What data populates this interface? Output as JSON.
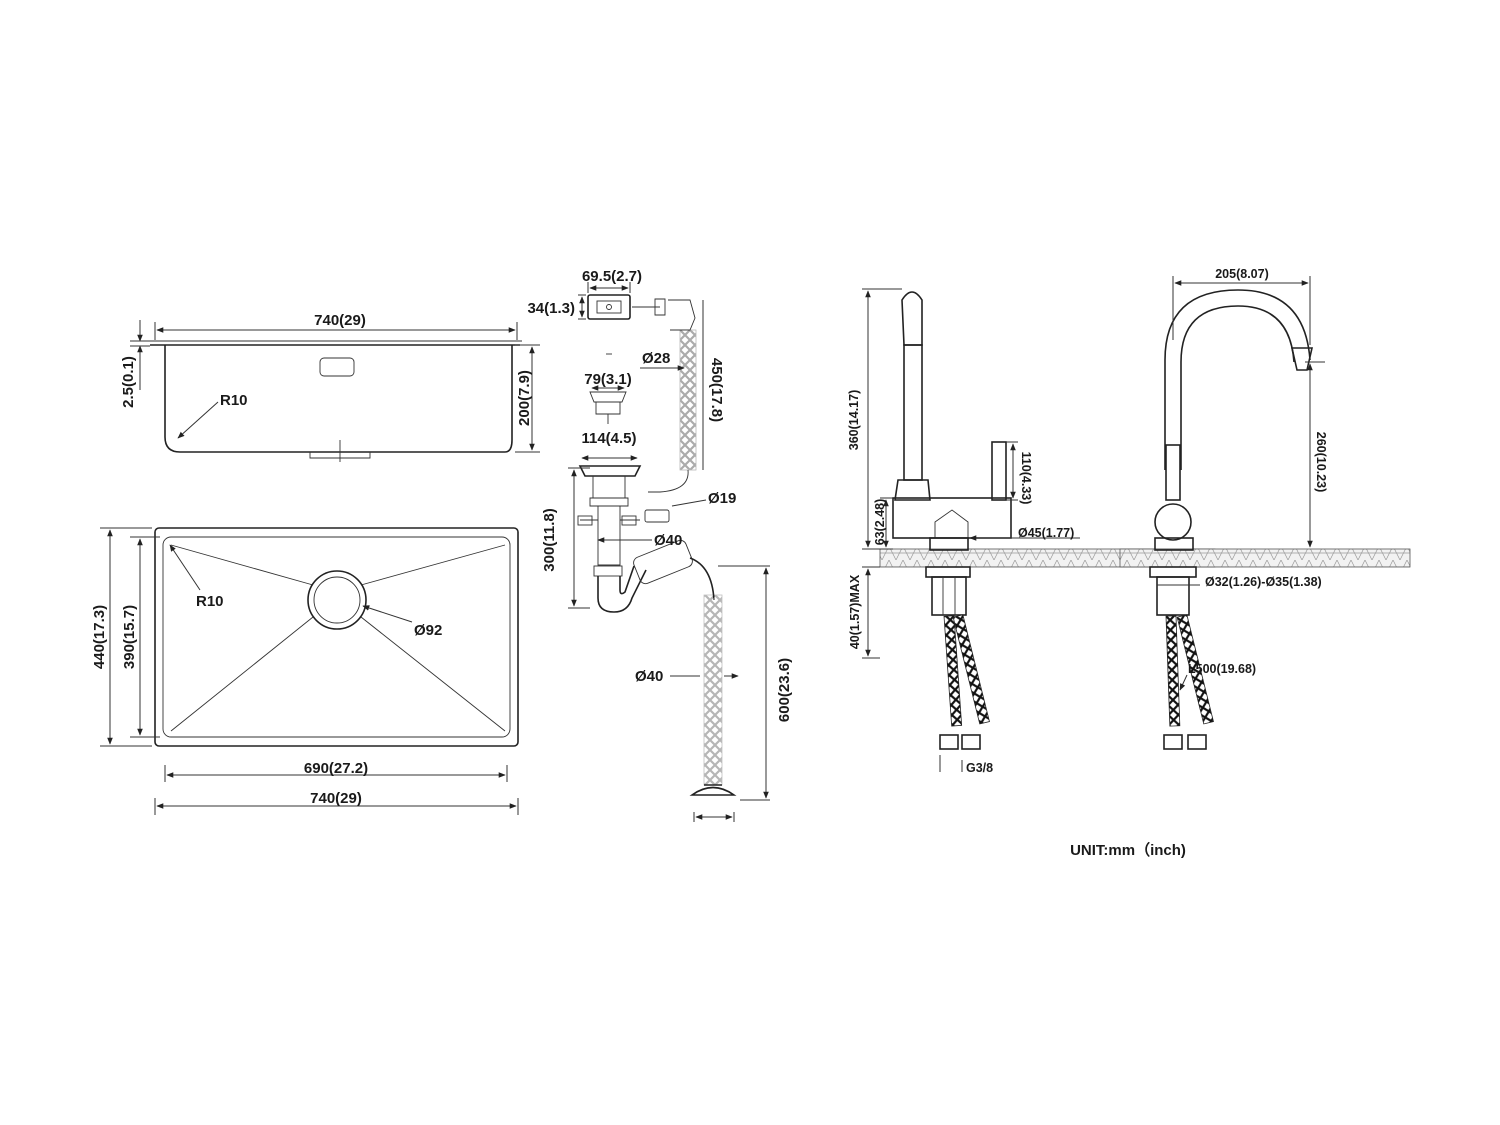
{
  "sink_side": {
    "width": "740(29)",
    "lip": "2.5(0.1)",
    "radius": "R10",
    "depth": "200(7.9)"
  },
  "sink_top": {
    "outer_depth": "440(17.3)",
    "inner_depth": "390(15.7)",
    "radius": "R10",
    "drain_diameter": "Ø92",
    "inner_width": "690(27.2)",
    "outer_width": "740(29)"
  },
  "drain_kit": {
    "overflow_width": "69.5(2.7)",
    "overflow_height": "34(1.3)",
    "hose_diameter": "Ø28",
    "hose_length": "450(17.8)",
    "basket_diameter": "79(3.1)",
    "flange_diameter": "114(4.5)",
    "connector_diameter": "Ø19",
    "pipe_diameter": "Ø40",
    "trap_height": "300(11.8)",
    "outlet_diameter": "Ø40",
    "outlet_length": "600(23.6)"
  },
  "faucet_side": {
    "height": "360(14.17)",
    "handle_height": "110(4.33)",
    "body_height": "63(2.48)",
    "base_diameter": "Ø45(1.77)",
    "max_counter": "40(1.57)MAX",
    "thread": "G3/8"
  },
  "faucet_front": {
    "reach": "205(8.07)",
    "spout_height": "260(10.23)",
    "hole_diameter": "Ø32(1.26)-Ø35(1.38)",
    "hose_length": "L500(19.68)"
  },
  "unit_note": "UNIT:mm（inch)"
}
